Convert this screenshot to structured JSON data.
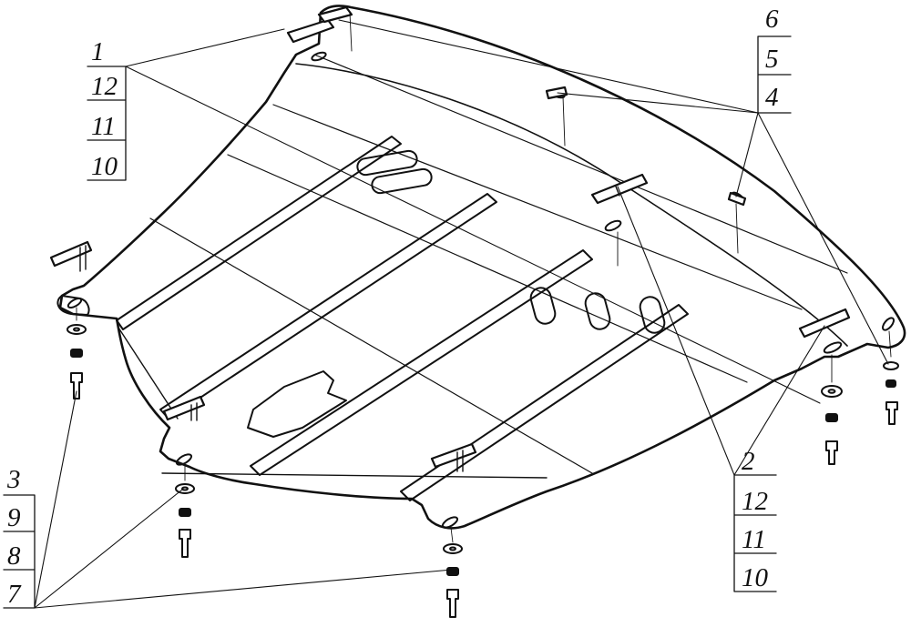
{
  "diagram": {
    "labels_left_top": [
      "1",
      "12",
      "11",
      "10"
    ],
    "labels_right_top": [
      "6",
      "5",
      "4"
    ],
    "labels_left_bottom": [
      "3",
      "9",
      "8",
      "7"
    ],
    "labels_right_bottom": [
      "2",
      "12",
      "11",
      "10"
    ]
  },
  "colors": {
    "ink": "#111111",
    "paper": "#ffffff"
  }
}
